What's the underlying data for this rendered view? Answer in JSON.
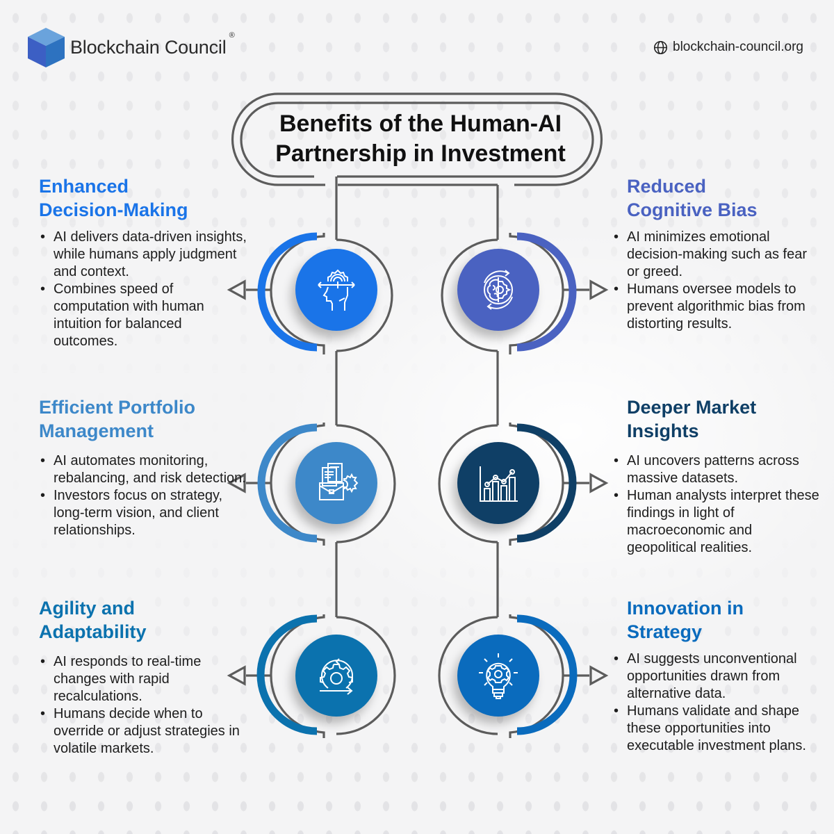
{
  "header": {
    "brand": "Blockchain Council",
    "brand_mark": "®",
    "website": "blockchain-council.org",
    "website_icon": "globe-icon"
  },
  "title": {
    "line1": "Benefits of the Human-AI",
    "line2": "Partnership in Investment"
  },
  "colors": {
    "enhanced": "#1a74e8",
    "reduced": "#4a62c1",
    "portfolio": "#3d88c9",
    "market": "#0f3f66",
    "agility": "#0b72ae",
    "innovation": "#0a6bbd",
    "connector": "#5a5a5a"
  },
  "benefits": [
    {
      "id": "enhanced-decision-making",
      "title_line1": "Enhanced",
      "title_line2": "Decision-Making",
      "icon": "head-gear-icon",
      "side": "left",
      "bullets": [
        "AI delivers data-driven insights, while humans apply judgment and context.",
        "Combines speed of computation with human intuition for balanced outcomes."
      ]
    },
    {
      "id": "reduced-cognitive-bias",
      "title_line1": "Reduced",
      "title_line2": "Cognitive Bias",
      "icon": "brain-gear-cycle-icon",
      "side": "right",
      "bullets": [
        "AI minimizes emotional decision-making such as fear or greed.",
        "Humans oversee models to prevent algorithmic bias from distorting results."
      ]
    },
    {
      "id": "efficient-portfolio-management",
      "title_line1": "Efficient Portfolio",
      "title_line2": "Management",
      "icon": "briefcase-documents-gear-icon",
      "side": "left",
      "bullets": [
        "AI automates monitoring, rebalancing, and risk detection.",
        "Investors focus on strategy, long-term vision, and client relationships."
      ]
    },
    {
      "id": "deeper-market-insights",
      "title_line1": "Deeper Market",
      "title_line2": "Insights",
      "icon": "bar-line-chart-icon",
      "side": "right",
      "bullets": [
        "AI uncovers patterns across massive datasets.",
        "Human analysts interpret these findings in light of macroeconomic and geopolitical realities."
      ]
    },
    {
      "id": "agility-and-adaptability",
      "title_line1": "Agility and",
      "title_line2": "Adaptability",
      "icon": "gear-cycle-arrow-icon",
      "side": "left",
      "bullets": [
        "AI responds to real-time changes with rapid recalculations.",
        "Humans decide when to override or adjust strategies in volatile markets."
      ]
    },
    {
      "id": "innovation-in-strategy",
      "title_line1": "Innovation in",
      "title_line2": "Strategy",
      "icon": "lightbulb-gear-icon",
      "side": "right",
      "bullets": [
        "AI suggests unconventional opportunities drawn from alternative data.",
        "Humans validate and shape these opportunities into executable investment plans."
      ]
    }
  ]
}
